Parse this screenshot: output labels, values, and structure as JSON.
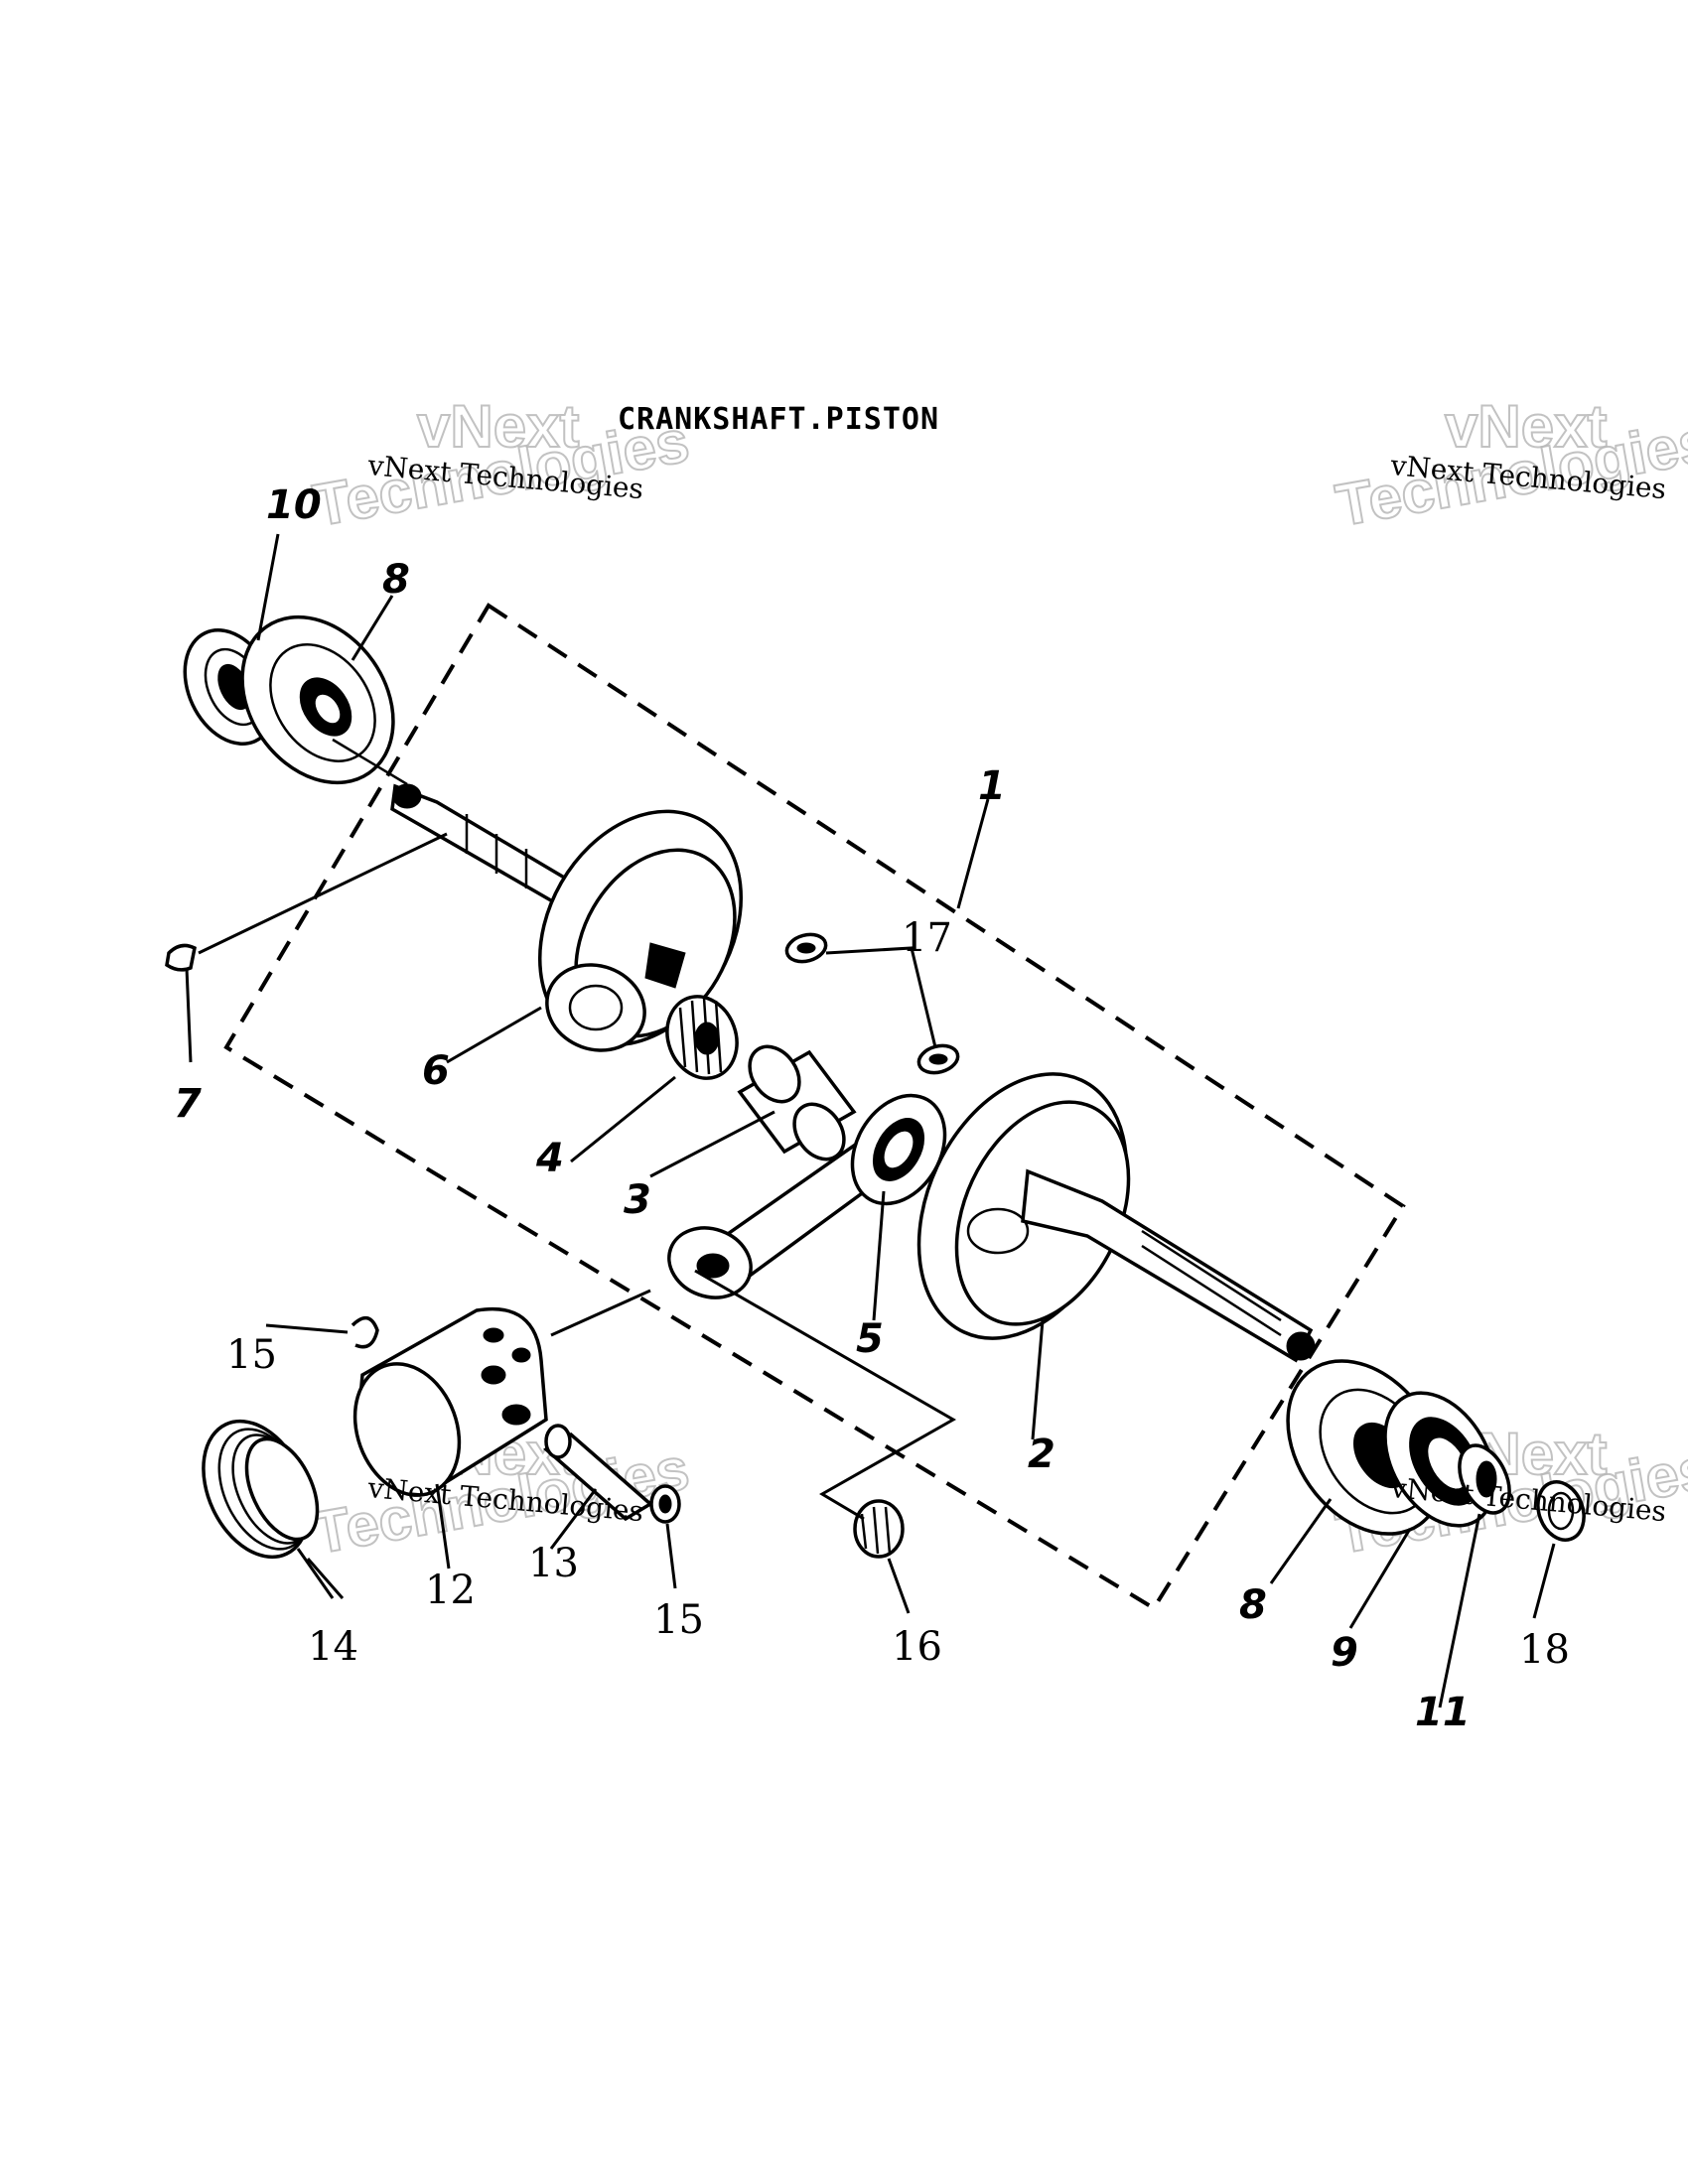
{
  "title": "CRANKSHAFT.PISTON",
  "watermark": {
    "caption": "vNext Technologies",
    "logo_word_1": "vNext",
    "logo_word_2": "Technologies"
  },
  "callouts": {
    "c1": "1",
    "c2": "2",
    "c3": "3",
    "c4": "4",
    "c5": "5",
    "c6": "6",
    "c7": "7",
    "c8a": "8",
    "c8b": "8",
    "c9": "9",
    "c10": "10",
    "c11": "11",
    "c12": "12",
    "c13": "13",
    "c14": "14",
    "c15a": "15",
    "c15b": "15",
    "c16": "16",
    "c17": "17",
    "c18": "18"
  }
}
